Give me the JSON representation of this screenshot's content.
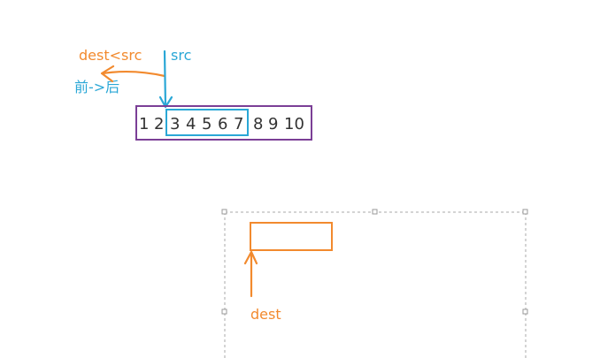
{
  "labels": {
    "dest_lt_src": "dest<src",
    "src": "src",
    "front_to_back": "前->后",
    "dest": "dest"
  },
  "array": {
    "items": [
      "1",
      "2",
      "3",
      "4",
      "5",
      "6",
      "7",
      "8",
      "9",
      "10"
    ],
    "highlight_range": [
      3,
      7
    ]
  },
  "colors": {
    "orange": "#f28a2e",
    "blue": "#2aa7d6",
    "purple": "#7b3f96",
    "number_text": "#333333",
    "dashed_border": "#aaaaaa"
  }
}
